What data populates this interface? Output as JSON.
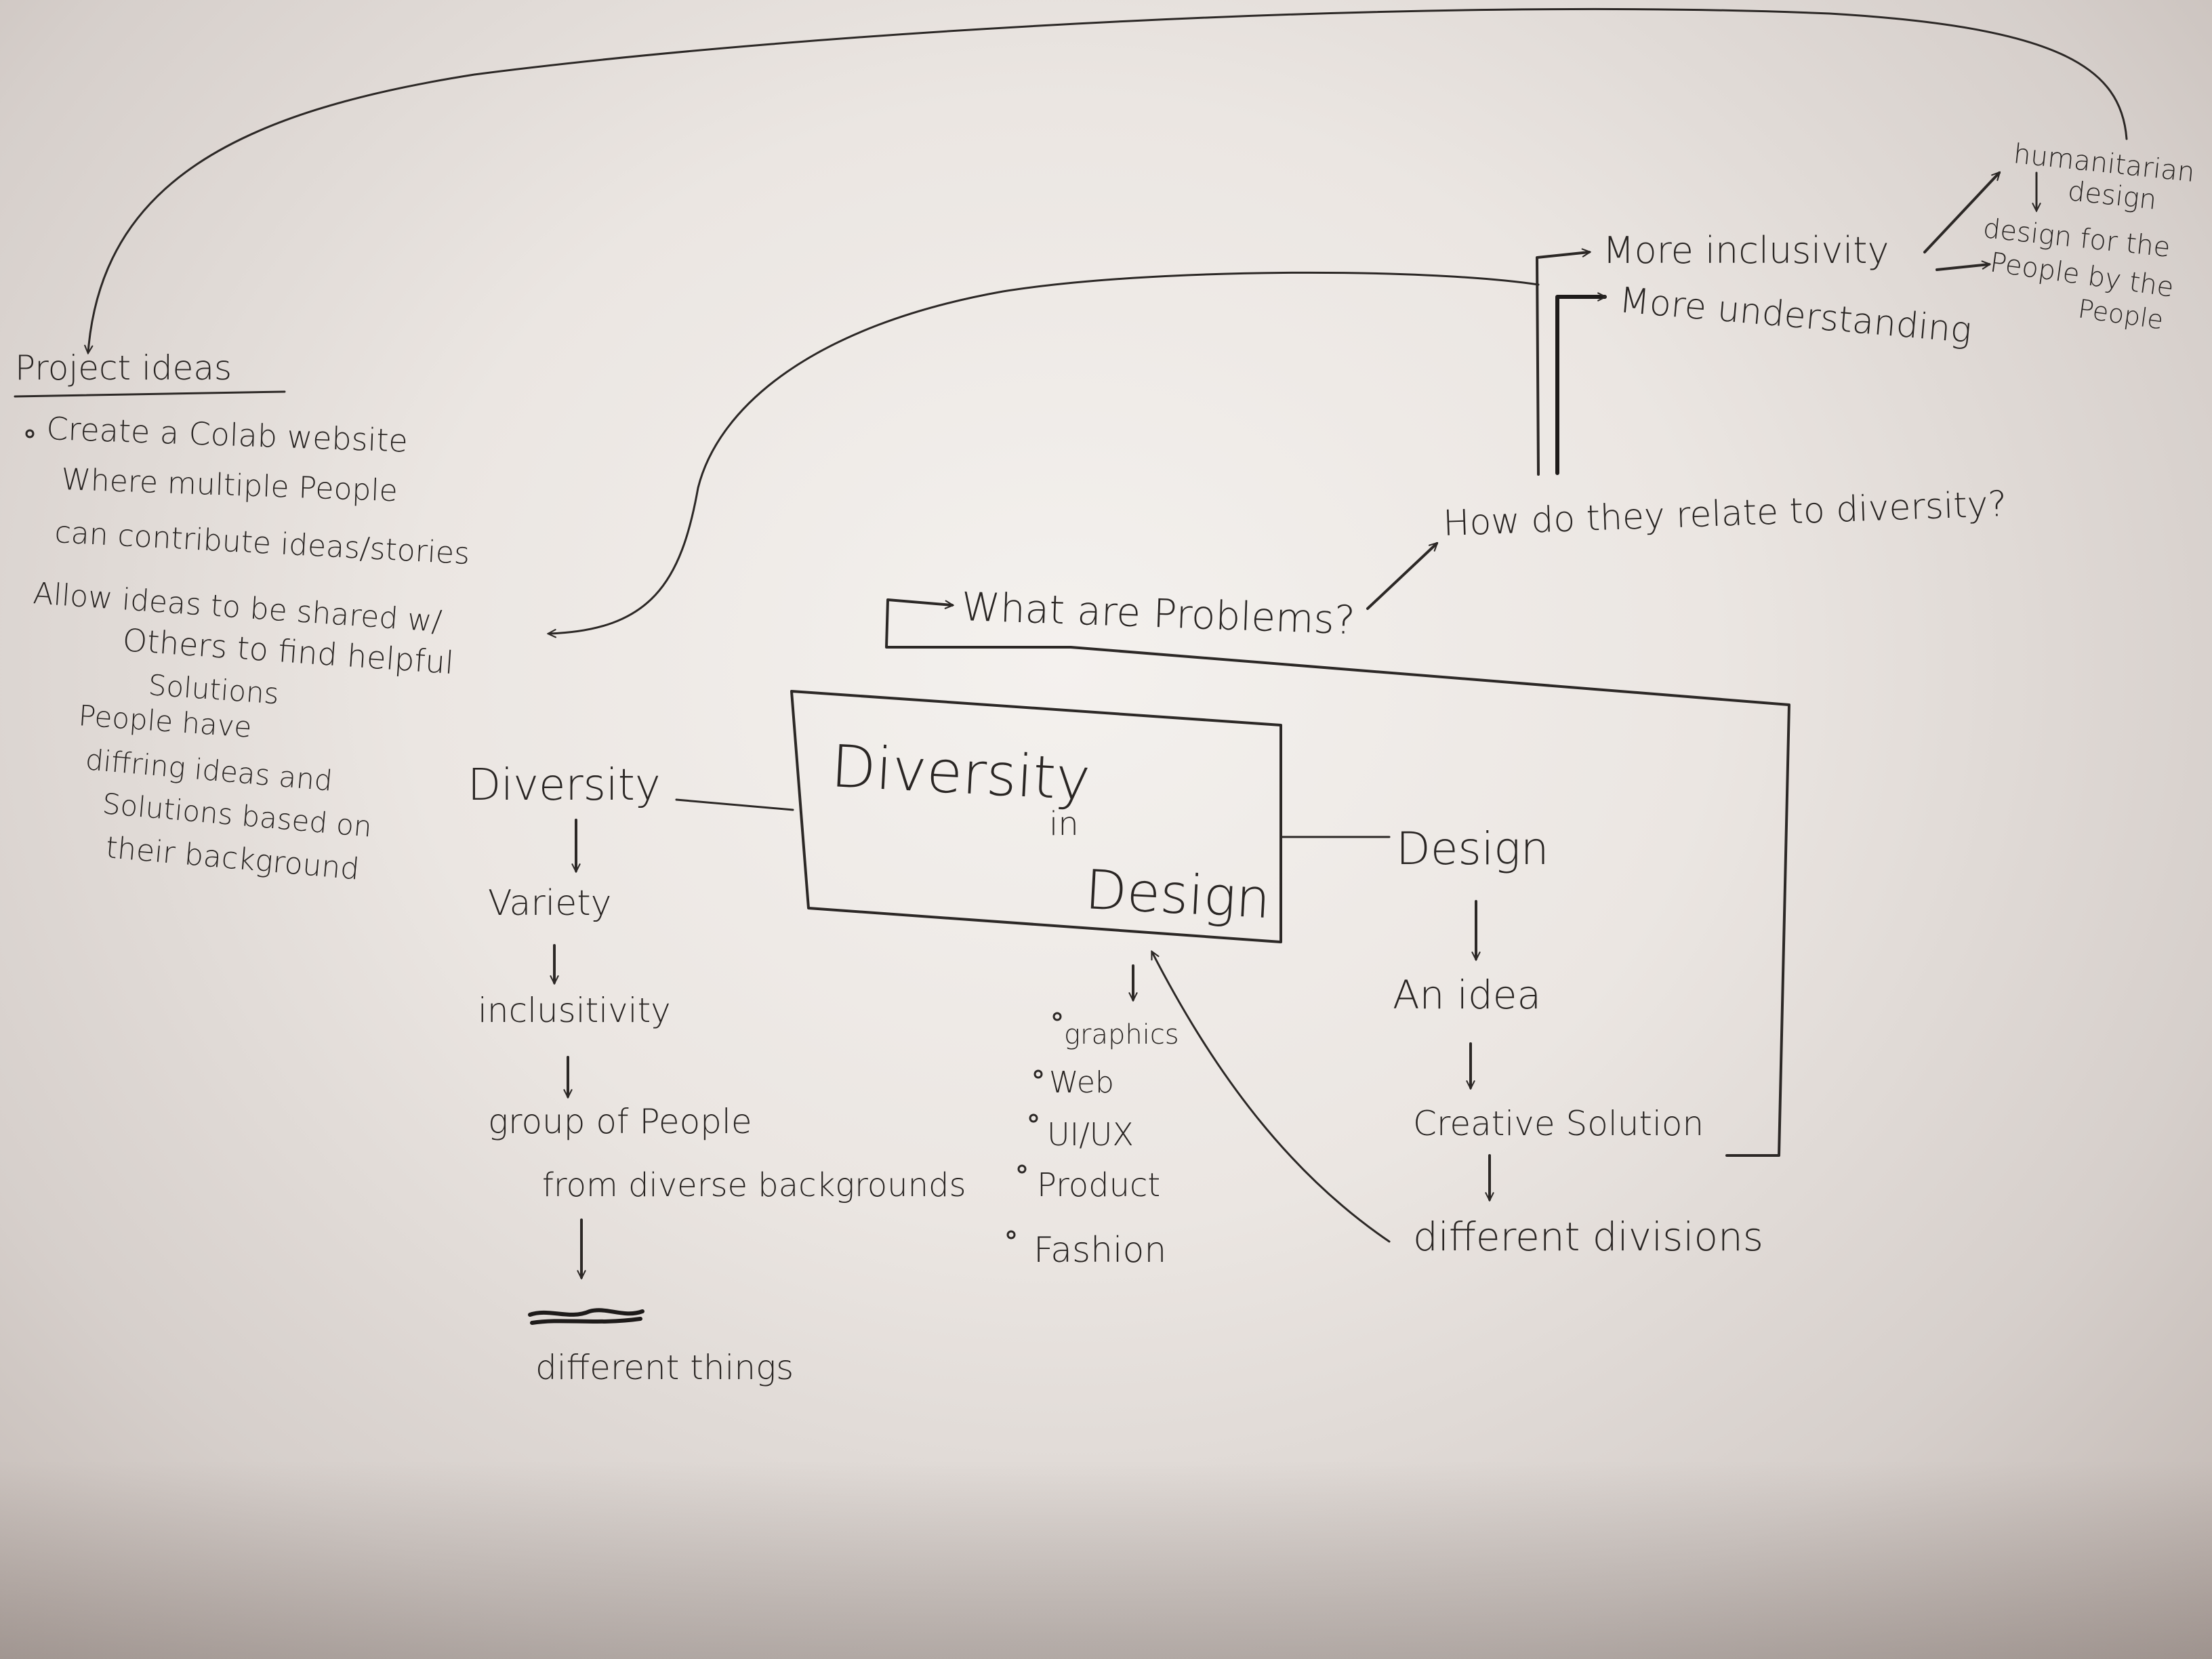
{
  "center": {
    "line1": "Diversity",
    "line2": "in",
    "line3": "Design"
  },
  "left_branch": {
    "root": "Diversity",
    "steps": [
      "Variety",
      "inclusitivity",
      "group of People",
      "from diverse backgrounds",
      "different things"
    ]
  },
  "right_branch": {
    "root": "Design",
    "steps": [
      "An idea",
      "Creative Solution",
      "different divisions"
    ]
  },
  "divisions": [
    "graphics",
    "Web",
    "UI/UX",
    "Product",
    "Fashion"
  ],
  "flow": {
    "problems": "What are Problems?",
    "relate": "How do they relate to diversity?",
    "more_inclusivity": "More inclusivity",
    "more_understanding": "More understanding"
  },
  "humanitarian": {
    "line1": "humanitarian",
    "line2": "design",
    "line3": "design for the",
    "line4": "People by the",
    "line5": "People"
  },
  "project": {
    "heading": "Project ideas",
    "bullet_lines": [
      "Create a Colab website",
      "Where multiple People",
      "can contribute ideas/stories"
    ],
    "share_lines": [
      "Allow ideas to be shared w/",
      "Others to find helpful",
      "Solutions"
    ],
    "people_lines": [
      "People have",
      "diffring ideas and",
      "Solutions based on",
      "their background"
    ]
  }
}
